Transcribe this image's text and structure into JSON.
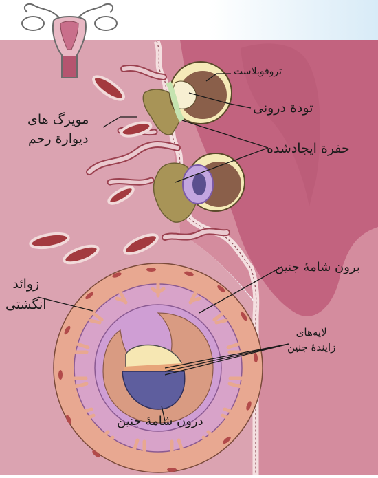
{
  "labels": {
    "trophoblast": "تروفوبلاست",
    "inner_cell_mass": "تودة درونی",
    "capillaries_line1": "مویرگ های",
    "capillaries_line2": "دیوارة رحم",
    "implantation_cavity": "حفرة ایجادشده",
    "chorion": "برون شامهٔ جنین",
    "villi_line1": "زوائد",
    "villi_line2": "انگشتی",
    "germ_layers_line1": "لایه‌های",
    "germ_layers_line2": "زایندهٔ جنین",
    "amnion": "درون شامهٔ جنین"
  },
  "colors": {
    "uterine_wall": "#d9a0ae",
    "uterine_cavity_band": "#c2637f",
    "chorion_ring": "#e9a991",
    "amniotic_purple": "#cf9ed4",
    "capillary_red": "#a33a3f",
    "embryo_cream": "#f6e7b3",
    "yolk_blue": "#5e5e9e"
  },
  "icons": [
    "uterus-icon"
  ]
}
